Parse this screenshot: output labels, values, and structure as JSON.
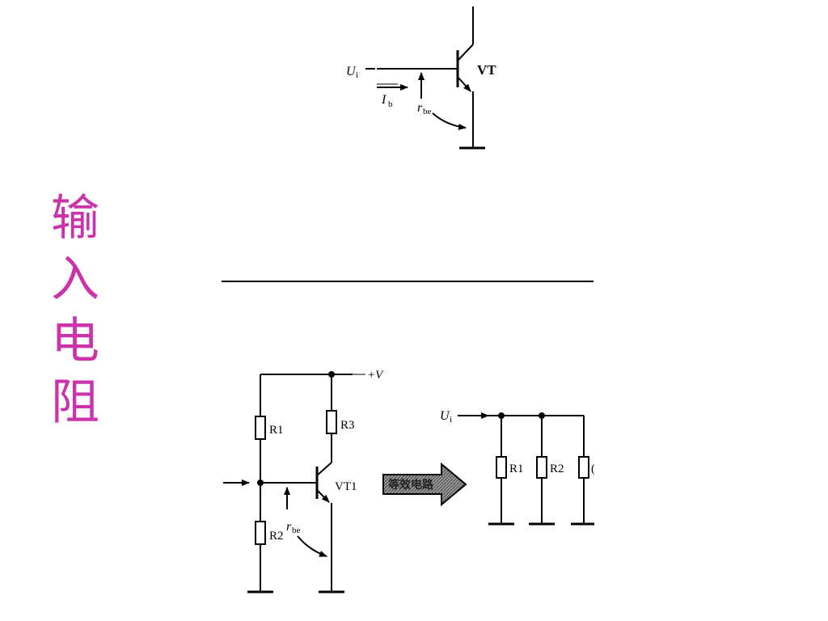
{
  "side_title": [
    "输",
    "入",
    "电",
    "阻"
  ],
  "top_circuit": {
    "input_label": "U",
    "input_sub": "i",
    "current_label": "I",
    "current_sub": "b",
    "rbe_label": "r",
    "rbe_sub": "be",
    "transistor_label": "VT"
  },
  "bottom_circuit": {
    "supply_label": "+V",
    "r1_label": "R1",
    "r2_label": "R2",
    "r3_label": "R3",
    "transistor_label": "VT1",
    "rbe_label": "r",
    "rbe_sub": "be"
  },
  "equivalent_arrow": {
    "label": "等效电路"
  },
  "equivalent_circuit": {
    "input_label": "U",
    "input_sub": "i",
    "r1_label": "R1",
    "r2_label": "R2",
    "r3_partial_label": "("
  }
}
